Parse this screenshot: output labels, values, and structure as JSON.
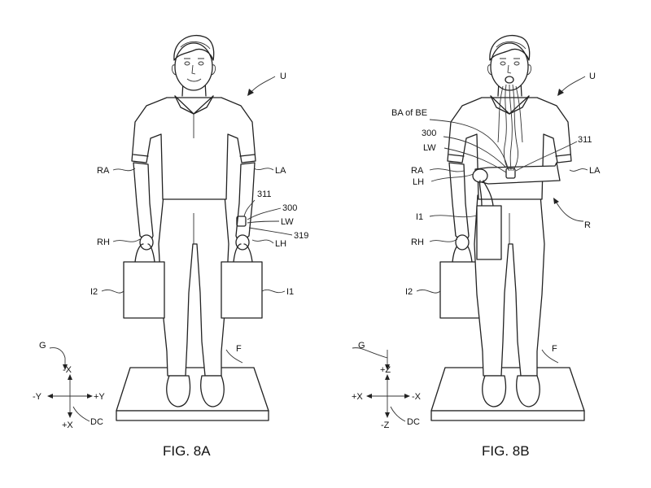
{
  "fig_a": {
    "caption": "FIG. 8A",
    "user_label": "U",
    "ground_label": "G",
    "floor_label": "F",
    "dc_label": "DC",
    "right_arm": "RA",
    "left_arm": "LA",
    "right_hand": "RH",
    "left_hand": "LH",
    "left_wrist": "LW",
    "device_num": "300",
    "band_num": "311",
    "sensor_num": "319",
    "item_1": "I1",
    "item_2": "I2",
    "axis_top": "-X",
    "axis_bottom": "+X",
    "axis_left": "-Y",
    "axis_right": "+Y"
  },
  "fig_b": {
    "caption": "FIG. 8B",
    "user_label": "U",
    "ground_label": "G",
    "floor_label": "F",
    "dc_label": "DC",
    "breath_label": "BA of BE",
    "device_num": "300",
    "band_num": "311",
    "left_wrist": "LW",
    "right_arm": "RA",
    "left_arm": "LA",
    "left_hand": "LH",
    "right_hand": "RH",
    "item_1": "I1",
    "item_2": "I2",
    "rotation_label": "R",
    "axis_top": "+Z",
    "axis_bottom": "-Z",
    "axis_left": "+X",
    "axis_right": "-X"
  }
}
